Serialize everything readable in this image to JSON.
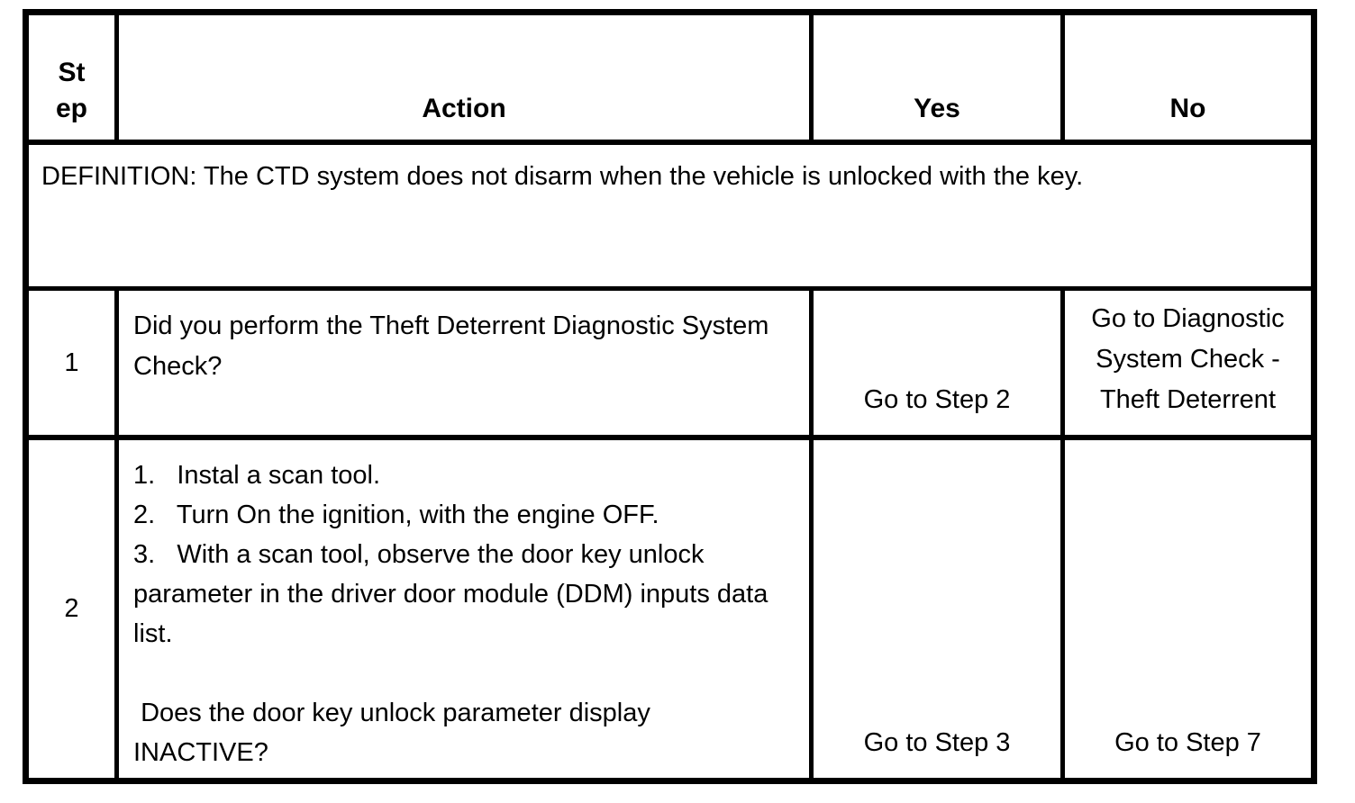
{
  "table": {
    "header": {
      "step": [
        "St",
        "ep"
      ],
      "action": "Action",
      "yes": "Yes",
      "no": "No"
    },
    "definition": "DEFINITION: The CTD system does not disarm when the vehicle is unlocked with the key.",
    "rows": [
      {
        "step": "1",
        "action": [
          "Did you perform the Theft Deterrent Diagnostic System",
          "Check?"
        ],
        "yes": "Go to Step 2",
        "no": [
          "Go to Diagnostic",
          "System Check -",
          "Theft Deterrent"
        ]
      },
      {
        "step": "2",
        "action": [
          "1.   Instal a scan tool.",
          "2.   Turn On the ignition, with the engine OFF.",
          "3.   With a scan tool, observe the door key unlock",
          "parameter in the driver door module (DDM) inputs data",
          "list.",
          "",
          " Does the door key unlock parameter display",
          "INACTIVE?"
        ],
        "yes": "Go to Step 3",
        "no": "Go to Step 7"
      }
    ]
  }
}
